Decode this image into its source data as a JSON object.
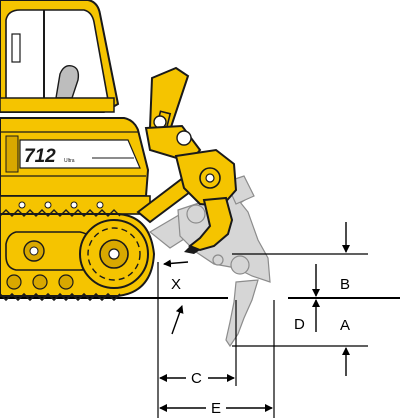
{
  "machine": {
    "model_badge": "712",
    "badge_suffix": "Ultra",
    "colors": {
      "body": "#F5C400",
      "body_shadow": "#D8A800",
      "outline": "#1a1a1a",
      "ghost": "#D6D6D6",
      "ghost_outline": "#8c8c8c",
      "glass": "#ffffff"
    }
  },
  "dimensions": {
    "A": "A",
    "B": "B",
    "C": "C",
    "D": "D",
    "E": "E",
    "X": "X"
  }
}
